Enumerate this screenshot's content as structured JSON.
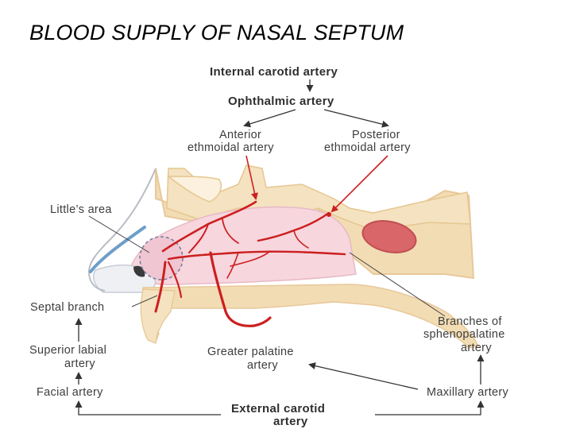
{
  "title": "BLOOD SUPPLY OF NASAL SEPTUM",
  "labels": {
    "internal_carotid": "Internal carotid artery",
    "ophthalmic": "Ophthalmic artery",
    "anterior_ethmoidal_1": "Anterior",
    "anterior_ethmoidal_2": "ethmoidal artery",
    "posterior_ethmoidal_1": "Posterior",
    "posterior_ethmoidal_2": "ethmoidal artery",
    "littles_area": "Little’s area",
    "septal_branch": "Septal branch",
    "superior_labial_1": "Superior labial",
    "superior_labial_2": "artery",
    "facial": "Facial artery",
    "greater_palatine_1": "Greater palatine",
    "greater_palatine_2": "artery",
    "sphenopalatine_1": "Branches of",
    "sphenopalatine_2": "sphenopalatine",
    "sphenopalatine_3": "artery",
    "maxillary": "Maxillary artery",
    "external_carotid_1": "External carotid",
    "external_carotid_2": "artery"
  },
  "colors": {
    "bone": "#f2dcb4",
    "bone_edge": "#e8c89a",
    "mucosa": "#f7d6de",
    "artery": "#cc1f1f",
    "sphenoid_sinus": "#d9676a",
    "cartilage_blue": "#6d9ec9",
    "label_text": "#3d3d3d"
  }
}
